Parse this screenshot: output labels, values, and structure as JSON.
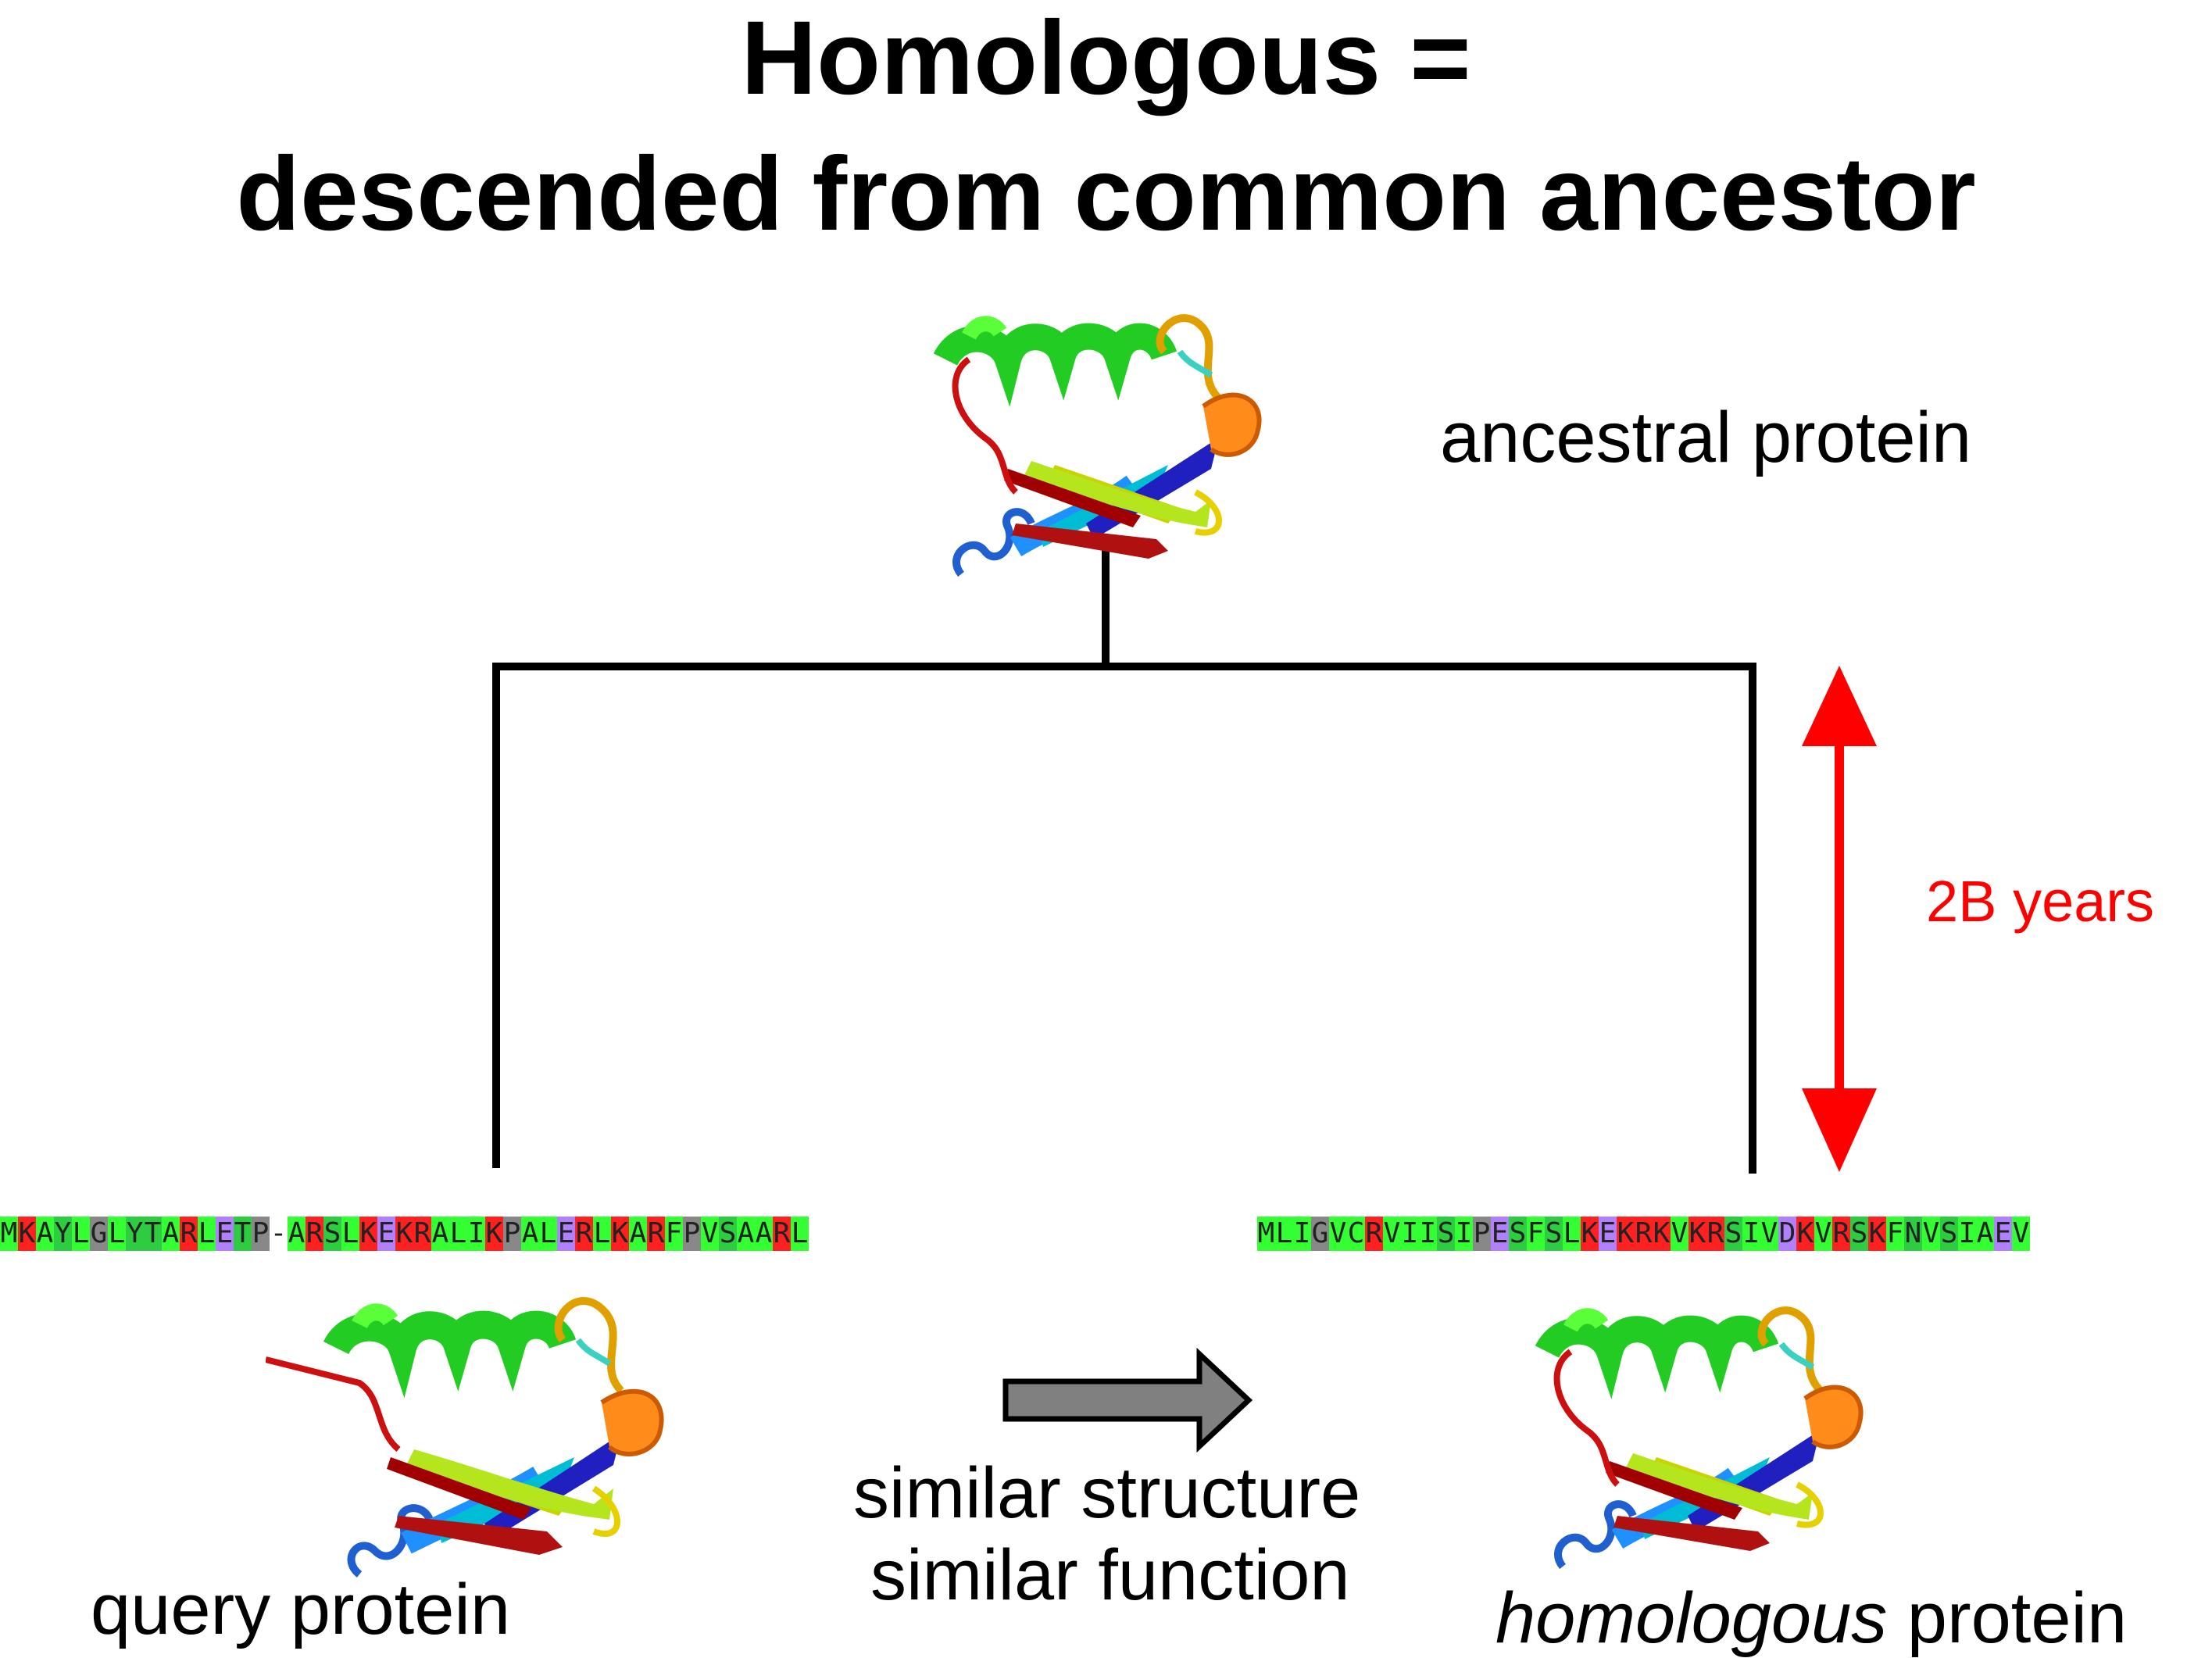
{
  "title": {
    "line1": "Homologous =",
    "line2": "descended from common ancestor"
  },
  "labels": {
    "ancestral": "ancestral protein",
    "years": "2B years",
    "similar_structure": "similar structure",
    "similar_function": "similar function",
    "query": "query protein",
    "homologous_italic": "homologous",
    "homologous_rest": " protein"
  },
  "sequences": {
    "query": "MKAYLGLYTARLETP-ARSLKEKRALIKPALERLKARFPVSAARL",
    "homolog": "MLIGVCRVIISIPESFSLKEKRKVKRSIVDKVRSKFNVSIAEV"
  },
  "colors": {
    "arrow_red": "#ff0000",
    "arrow_gray": "#808080",
    "residue_hydrophobic": "#33ff33",
    "residue_positive": "#ff2020",
    "residue_negative": "#b080ff",
    "residue_polar": "#2ecc40",
    "residue_special": "#888888",
    "residue_gap": "#ffffff"
  },
  "icons": [
    "protein-ribbon-icon",
    "double-arrow-icon",
    "right-arrow-icon"
  ]
}
